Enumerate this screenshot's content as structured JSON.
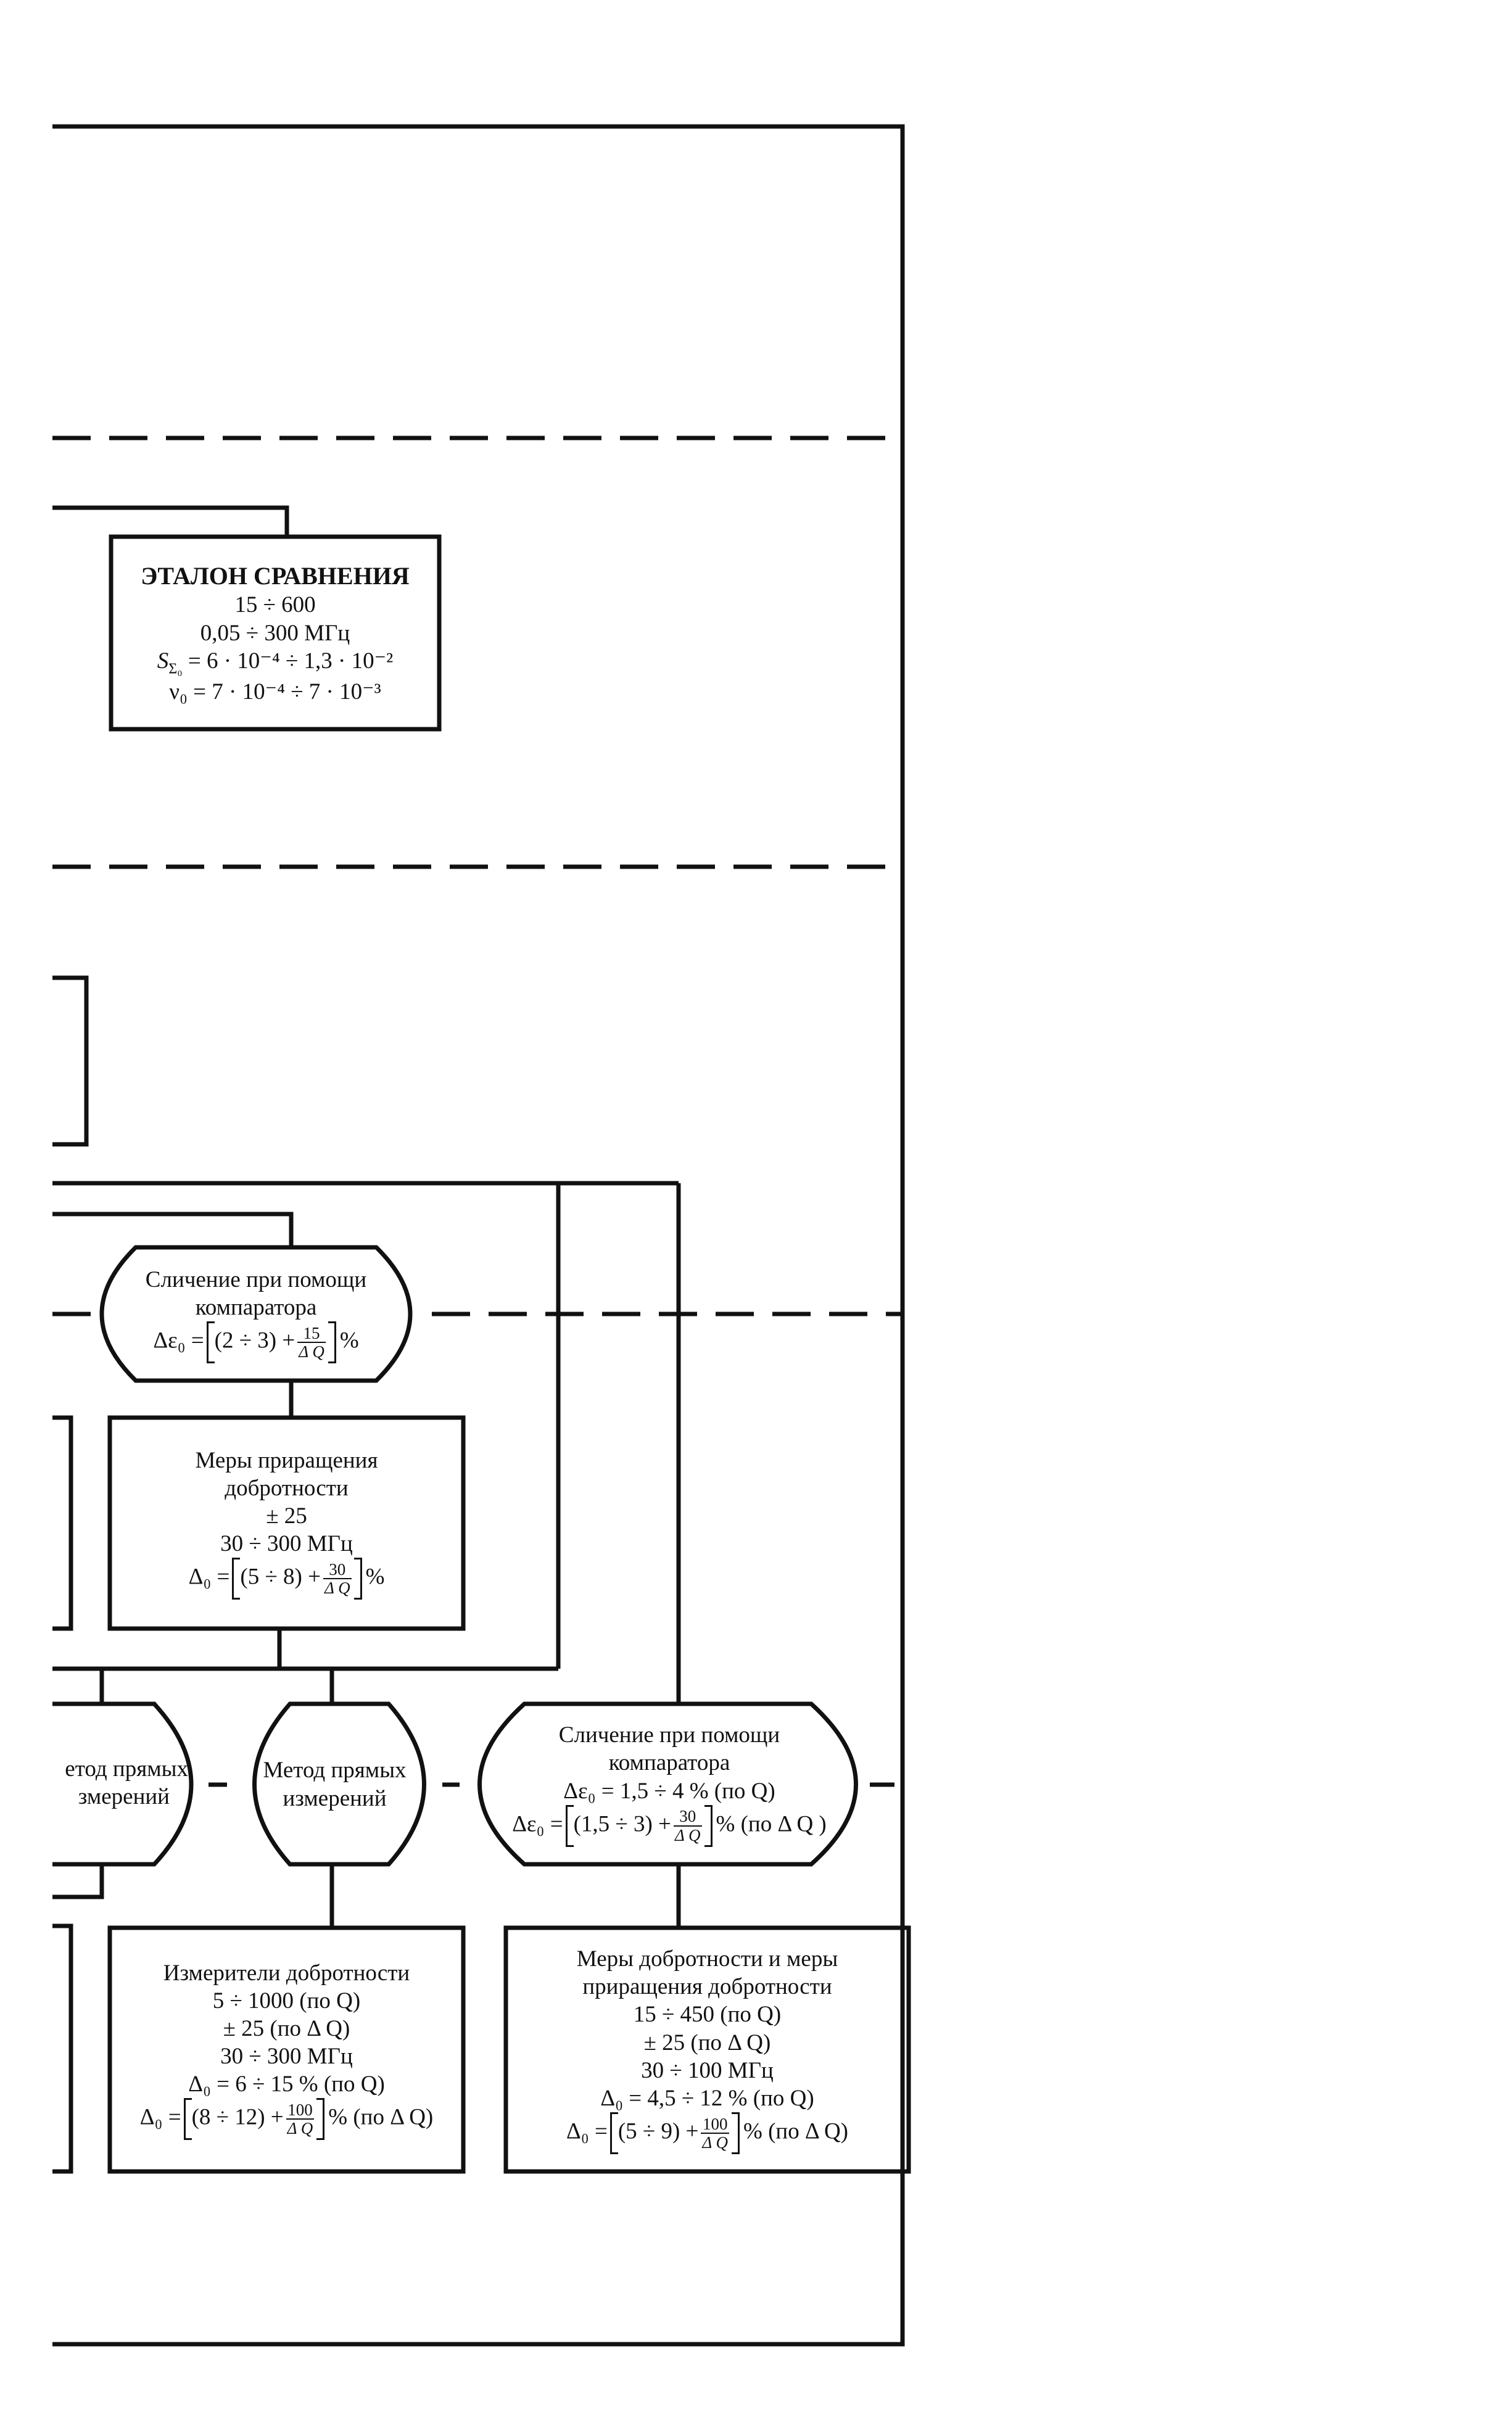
{
  "boxes": {
    "etalon": {
      "title": "ЭТАЛОН СРАВНЕНИЯ",
      "range": "15 ÷ 600",
      "freq": "0,05 ÷ 300 МГц",
      "s_sym": "S",
      "s_sub": "Σ₀",
      "s_val": "= 6 · 10⁻⁴ ÷ 1,3 · 10⁻²",
      "v_line": "ν₀ = 7 · 10⁻⁴ ÷ 7 · 10⁻³"
    },
    "comparator_top": {
      "line1": "Сличение при помощи",
      "line2": "компаратора",
      "formula_lhs": "Δε₀ =",
      "formula_mid": "(2 ÷ 3) +",
      "frac_num": "15",
      "frac_den": "Δ Q",
      "formula_rhs": "%"
    },
    "increment_measures": {
      "line1": "Меры приращения",
      "line2": "добротности",
      "line3": "± 25",
      "line4": "30 ÷ 300 МГц",
      "formula_lhs": "Δ₀ =",
      "formula_mid": "(5 ÷ 8) +",
      "frac_num": "30",
      "frac_den": "Δ Q",
      "formula_rhs": "%"
    },
    "direct_left": {
      "line1": "етод прямых",
      "line2": "змерений"
    },
    "direct_mid": {
      "line1": "Метод прямых",
      "line2": "измерений"
    },
    "comparator_right": {
      "line1": "Сличение при помощи",
      "line2": "компаратора",
      "line3": "Δε₀ = 1,5 ÷ 4 % (по Q)",
      "formula_lhs": "Δε₀ =",
      "formula_mid": "(1,5 ÷ 3) +",
      "frac_num": "30",
      "frac_den": "Δ Q",
      "formula_rhs": "% (по Δ Q )"
    },
    "q_meters": {
      "line1": "Измерители добротности",
      "line2": "5 ÷ 1000 (по Q)",
      "line3": "± 25 (по Δ Q)",
      "line4": "30 ÷ 300 МГц",
      "line5": "Δ₀ = 6 ÷ 15 % (по Q)",
      "formula_lhs": "Δ₀ =",
      "formula_mid": "(8 ÷ 12) +",
      "frac_num": "100",
      "frac_den": "Δ Q",
      "formula_rhs": "% (по Δ Q)"
    },
    "q_measures": {
      "line1": "Меры добротности и меры",
      "line2": "приращения добротности",
      "line3": "15 ÷ 450 (по Q)",
      "line4": "± 25 (по Δ Q)",
      "line5": "30 ÷ 100 МГц",
      "line6": "Δ₀ = 4,5 ÷ 12 % (по Q)",
      "formula_lhs": "Δ₀ =",
      "formula_mid": "(5 ÷ 9) +",
      "frac_num": "100",
      "frac_den": "Δ Q",
      "formula_rhs": "% (по Δ Q)"
    }
  }
}
